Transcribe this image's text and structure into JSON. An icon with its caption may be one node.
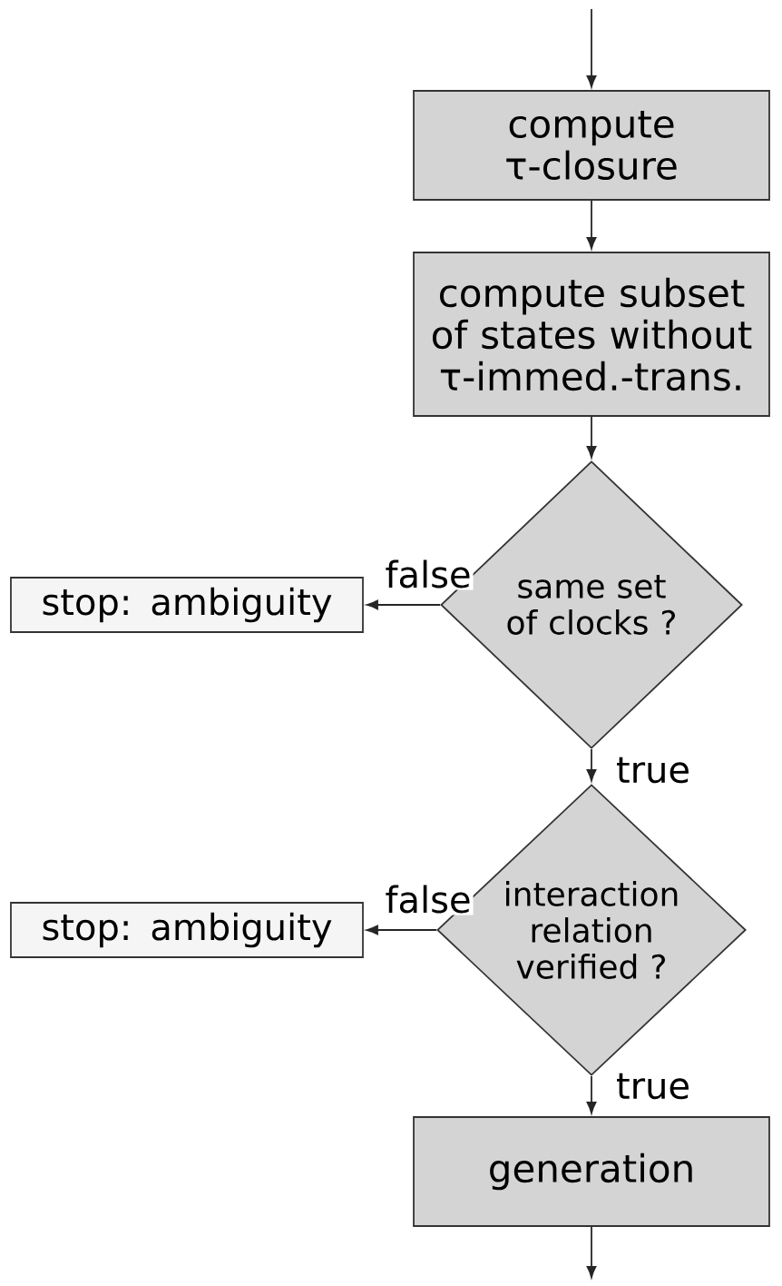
{
  "diagram": {
    "nodes": [
      {
        "text": [
          "compute τ-closure"
        ]
      },
      {
        "text": [
          "compute subset of states without τ-immed.-trans."
        ]
      },
      {
        "text": [
          "same set of clocks ?"
        ]
      },
      {
        "text": [
          "stop: ambiguity"
        ]
      },
      {
        "text": [
          "interaction relation verified ?"
        ]
      },
      {
        "text": [
          "stop: ambiguity"
        ]
      },
      {
        "text": [
          "generation"
        ]
      }
    ],
    "edges": [
      {
        "from": null,
        "to": 0,
        "arrow": "to"
      },
      {
        "from": 0,
        "to": 1,
        "arrow": "to"
      },
      {
        "from": 1,
        "to": 2,
        "arrow": "to"
      },
      {
        "from": 2,
        "to": 3,
        "arrow": "to",
        "label": "false"
      },
      {
        "from": 2,
        "to": 4,
        "arrow": "to",
        "label": "true"
      },
      {
        "from": 4,
        "to": 5,
        "arrow": "to",
        "label": "false"
      },
      {
        "from": 4,
        "to": 6,
        "arrow": "to",
        "label": "true"
      },
      {
        "from": 6,
        "to": null,
        "arrow": "to"
      }
    ]
  }
}
